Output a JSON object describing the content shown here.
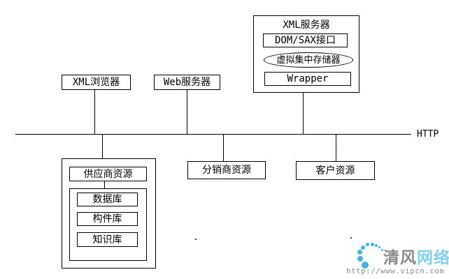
{
  "diagram": {
    "xml_server": {
      "title": "XML服务器",
      "interface_box": "DOM/SAX接口",
      "storage_ellipse": "虚拟集中存储器",
      "wrapper_box": "Wrapper"
    },
    "xml_browser": {
      "label": "XML浏览器"
    },
    "web_server": {
      "label": "Web服务器"
    },
    "bus": {
      "label": "HTTP"
    },
    "supplier": {
      "title": "供应商资源",
      "databases": [
        "数据库",
        "构件库",
        "知识库"
      ]
    },
    "distributor": {
      "label": "分销商资源"
    },
    "customer": {
      "label": "客户资源"
    }
  },
  "watermark": {
    "brand_first": "清风",
    "brand_second": "网络",
    "url": "http://www.vipcn.com",
    "colors": {
      "dots": "#3fb6e3",
      "brand_first": "#8a8a8a",
      "brand_second": "#7ed2f0",
      "url": "#8f8f8f"
    }
  }
}
